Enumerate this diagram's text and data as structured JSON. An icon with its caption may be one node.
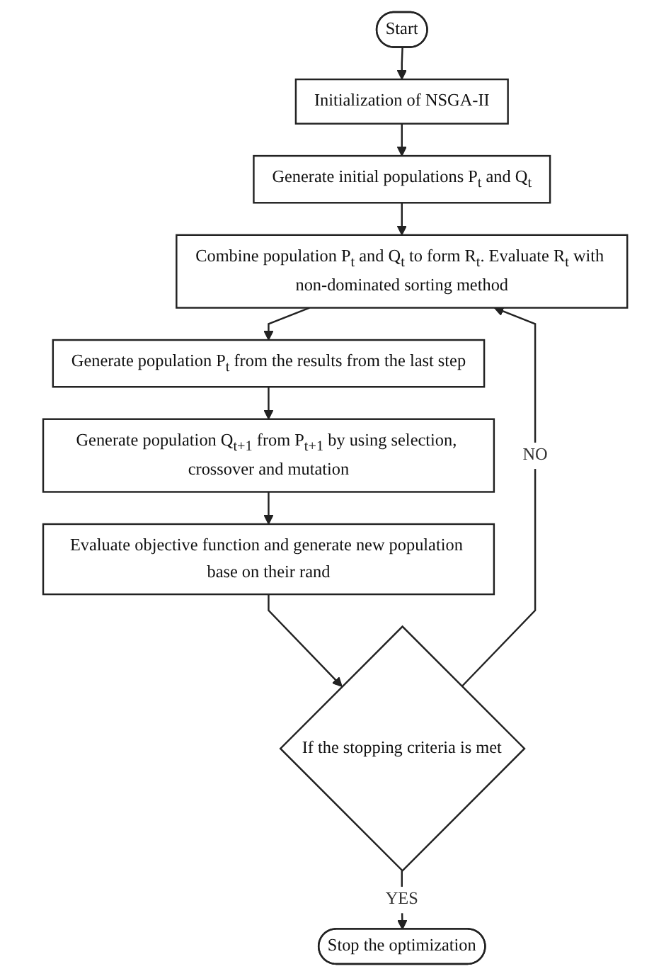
{
  "diagram": {
    "nodes": [
      {
        "text": [
          "Start"
        ]
      },
      {
        "text": [
          "Initialization of NSGA-II"
        ]
      },
      {
        "text": [
          "Generate initial populations P$_{t}$ and Q$_{t}$"
        ]
      },
      {
        "text": [
          "Combine population P$_{t}$ and Q$_{t}$ to form R$_{t}$. Evaluate R$_{t}$ with non-dominated sorting method"
        ]
      },
      {
        "text": [
          "Generate population P$_{t}$ from the results from the last step"
        ]
      },
      {
        "text": [
          "Generate population Q$_{t+1}$ from P$_{t+1}$ by using selection, crossover and mutation"
        ]
      },
      {
        "text": [
          "Evaluate objective function and generate new population base on their rand"
        ]
      },
      {
        "text": [
          "If the stopping criteria is met"
        ]
      },
      {
        "text": [
          "Stop the optimization"
        ]
      }
    ],
    "edges": [
      {
        "from": 0,
        "to": 1,
        "arrow": "to"
      },
      {
        "from": 1,
        "to": 2,
        "arrow": "to"
      },
      {
        "from": 2,
        "to": 3,
        "arrow": "to"
      },
      {
        "from": 3,
        "to": 4,
        "arrow": "to"
      },
      {
        "from": 4,
        "to": 5,
        "arrow": "to"
      },
      {
        "from": 5,
        "to": 6,
        "arrow": "to"
      },
      {
        "from": 6,
        "to": 7,
        "arrow": "to"
      },
      {
        "from": 7,
        "to": 3,
        "arrow": "to",
        "label": "NO"
      },
      {
        "from": 7,
        "to": 8,
        "arrow": "to",
        "label": "YES"
      }
    ]
  }
}
